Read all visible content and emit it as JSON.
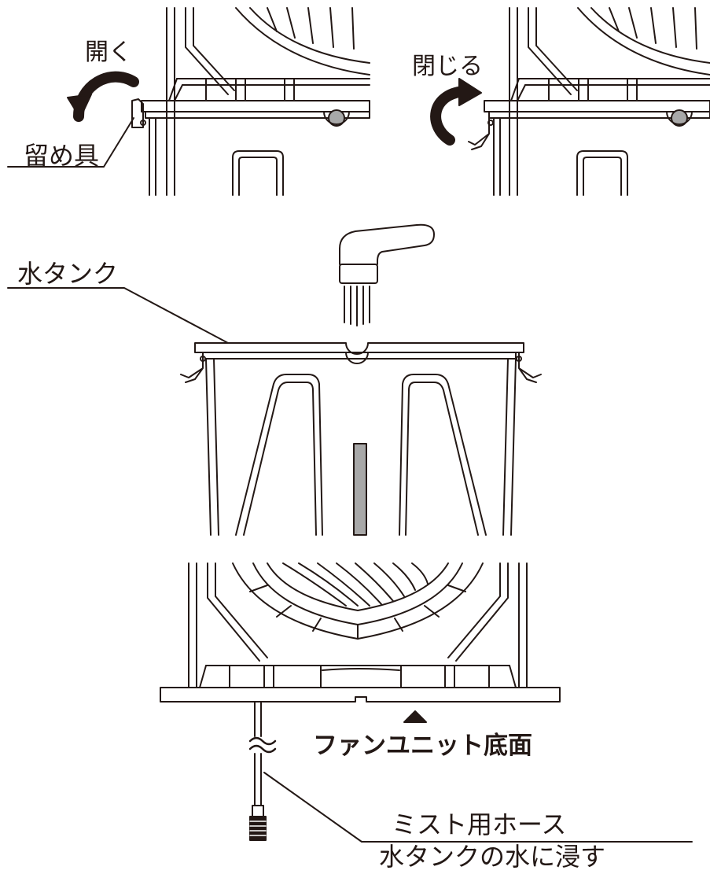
{
  "labels": {
    "open": "開く",
    "close": "閉じる",
    "clasp": "留め具",
    "water_tank": "水タンク",
    "fan_unit_bottom": "ファンユニット底面",
    "mist_hose": "ミスト用ホース",
    "soak_instruction": "水タンクの水に浸す"
  },
  "colors": {
    "line": "#231815",
    "arrow": "#231815",
    "gauge": "#a8a8a8",
    "background": "#ffffff"
  },
  "icons": {
    "open_arrow": "curved-arrow-counterclockwise-icon",
    "close_arrow": "curved-arrow-clockwise-icon",
    "pointer": "triangle-up-icon",
    "break_mark": "wavy-break-icon"
  }
}
